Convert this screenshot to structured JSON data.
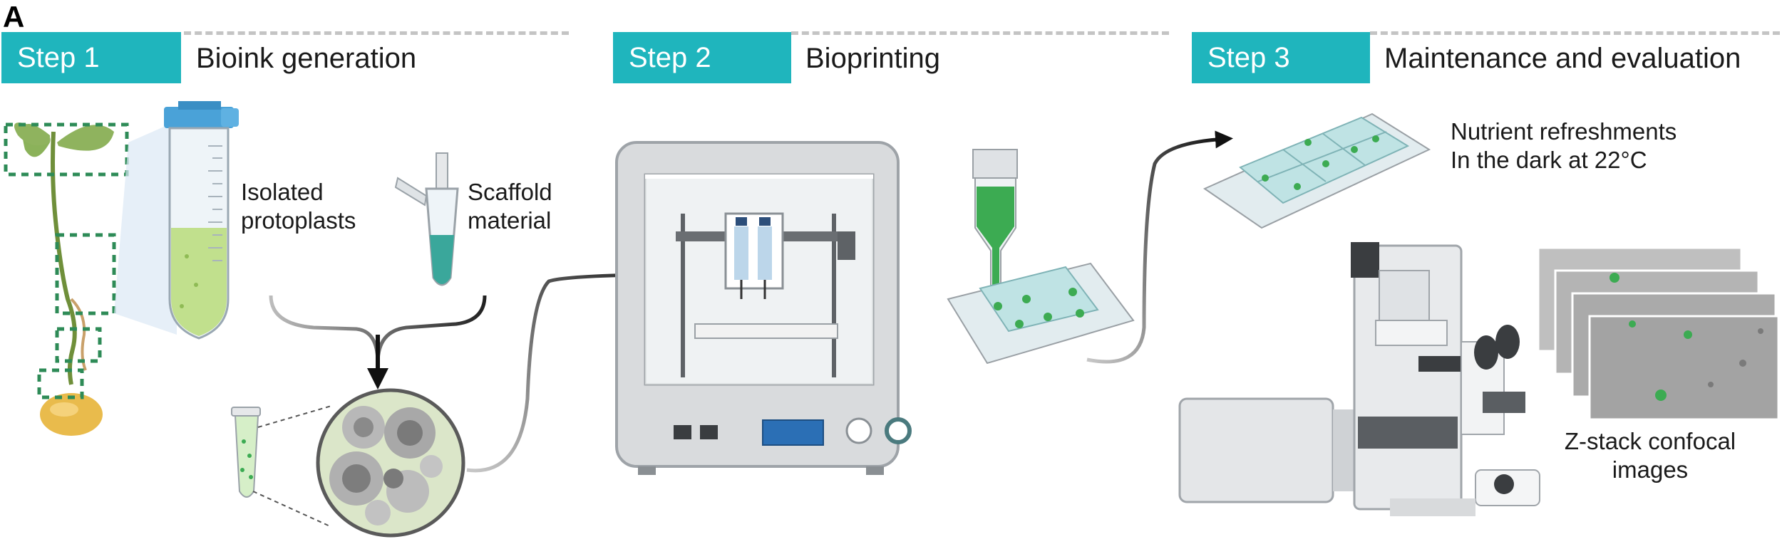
{
  "panel_letter": "A",
  "steps": [
    {
      "badge": "Step 1",
      "title": "Bioink generation"
    },
    {
      "badge": "Step 2",
      "title": "Bioprinting"
    },
    {
      "badge": "Step 3",
      "title": "Maintenance and evaluation"
    }
  ],
  "labels": {
    "isolated_protoplasts": [
      "Isolated",
      "protoplasts"
    ],
    "scaffold_material": [
      "Scaffold",
      "material"
    ],
    "nutrient": [
      "Nutrient refreshments",
      "In the dark at 22°C"
    ],
    "zstack": [
      "Z-stack confocal",
      "images"
    ]
  },
  "colors": {
    "accent_teal": "#1fb5bd",
    "dashed_green": "#2e8b57",
    "bioink_green": "#b8dc7a",
    "printer_gray": "#d9dbdd",
    "ink_green": "#3cab52"
  }
}
